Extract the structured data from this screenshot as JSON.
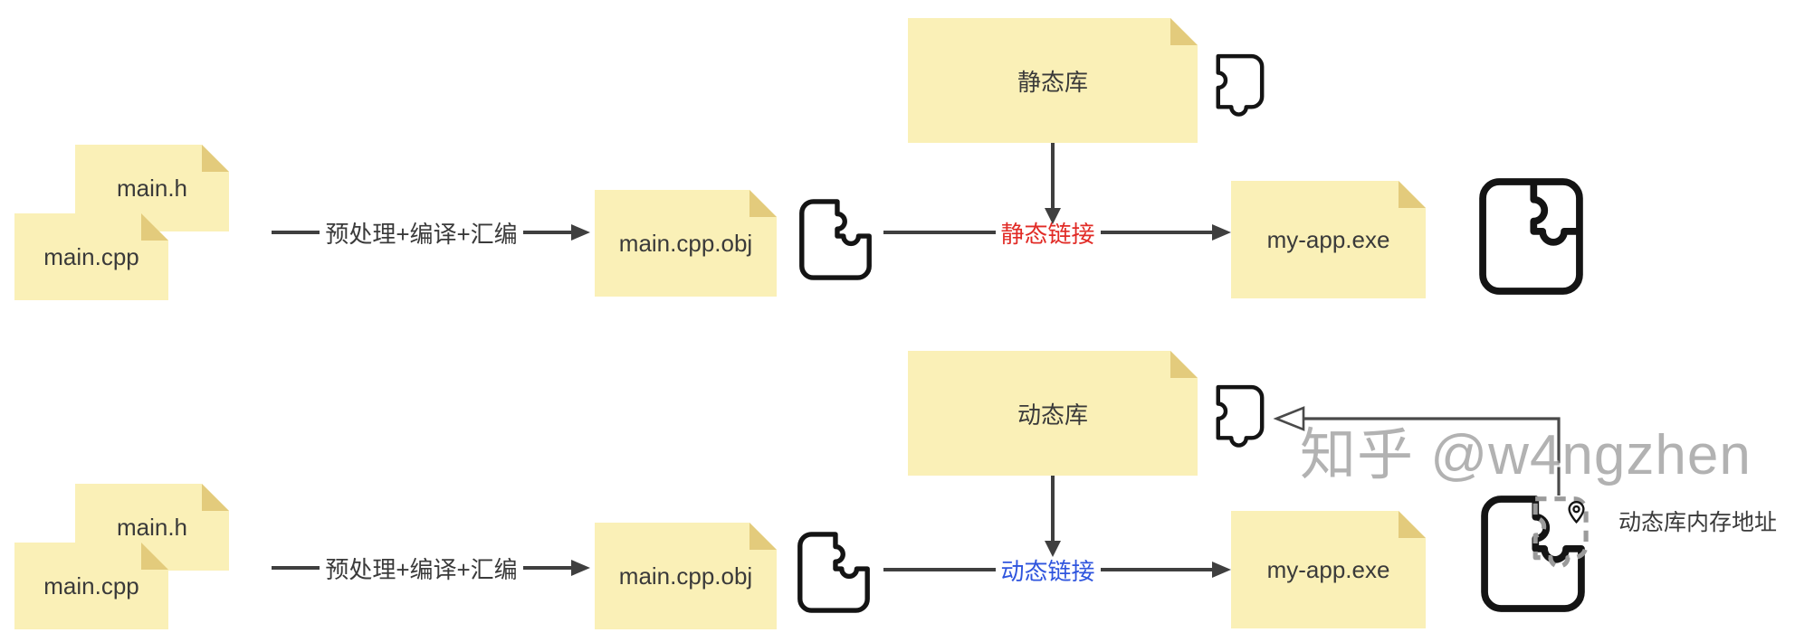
{
  "colors": {
    "note_background": "#FAF0B7",
    "note_fold": "#E3CB7C",
    "line": "#3F3F3F",
    "text": "#3A3A3A",
    "static_link_label": "#E12B26",
    "dynamic_link_label": "#2F55DE",
    "icon_stroke": "#141414",
    "dashed_outline": "#9B9B9B"
  },
  "icons": {
    "object_piece": "puzzle-piece-icon",
    "library_piece": "library-puzzle-piece-icon",
    "merged_output": "merged-puzzle-icon",
    "socket_output": "socket-puzzle-icon",
    "library_placeholder": "dashed-puzzle-outline-icon",
    "memory_pin": "location-pin-icon"
  },
  "rows": {
    "static": {
      "source_header": "main.h",
      "source_file": "main.cpp",
      "compile_label": "预处理+编译+汇编",
      "object_file": "main.cpp.obj",
      "library": "静态库",
      "link_label": "静态链接",
      "output": "my-app.exe"
    },
    "dynamic": {
      "source_header": "main.h",
      "source_file": "main.cpp",
      "compile_label": "预处理+编译+汇编",
      "object_file": "main.cpp.obj",
      "library": "动态库",
      "link_label": "动态链接",
      "output": "my-app.exe",
      "memory_address_label": "动态库内存地址"
    }
  },
  "watermark": "知乎 @w4ngzhen"
}
